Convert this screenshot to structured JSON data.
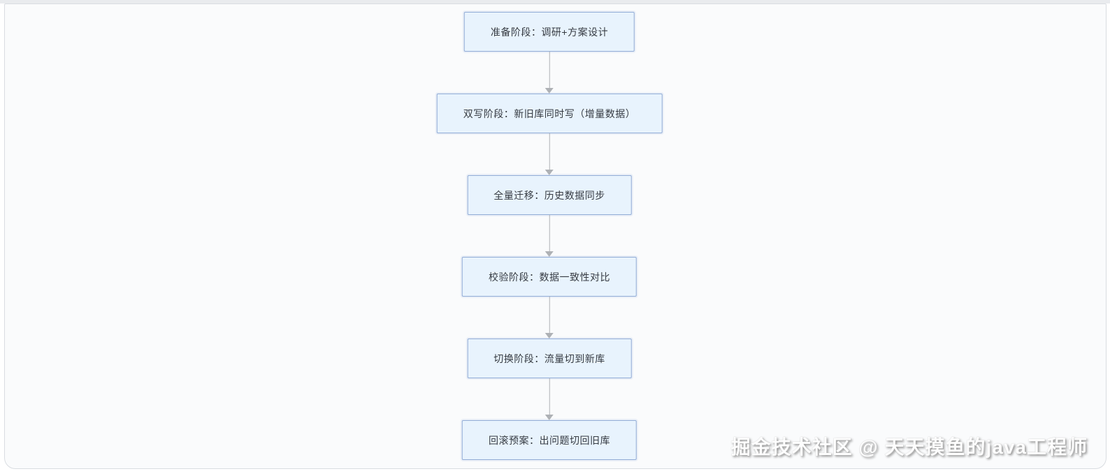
{
  "page": {
    "watermark": "掘金技术社区 @ 天天摸鱼的java工程师"
  },
  "flowchart": {
    "type": "flowchart",
    "direction": "top-down",
    "nodes": [
      {
        "id": "prepare",
        "label": "准备阶段：调研+方案设计"
      },
      {
        "id": "double-write",
        "label": "双写阶段：新旧库同时写（增量数据）"
      },
      {
        "id": "full-migration",
        "label": "全量迁移：历史数据同步"
      },
      {
        "id": "verify",
        "label": "校验阶段：数据一致性对比"
      },
      {
        "id": "switch",
        "label": "切换阶段：流量切到新库"
      },
      {
        "id": "rollback",
        "label": "回滚预案：出问题切回旧库"
      }
    ],
    "edges": [
      {
        "from": "prepare",
        "to": "double-write"
      },
      {
        "from": "double-write",
        "to": "full-migration"
      },
      {
        "from": "full-migration",
        "to": "verify"
      },
      {
        "from": "verify",
        "to": "switch"
      },
      {
        "from": "switch",
        "to": "rollback"
      }
    ],
    "colors": {
      "node_fill": "#e8f3fd",
      "node_border": "#91acd6",
      "node_text": "#363b42",
      "arrow": "#aeb1b5",
      "card_bg": "#fafbfc",
      "card_border": "#d9dce1",
      "strip": "#e9ebee",
      "watermark": "#fdfdfd"
    }
  }
}
